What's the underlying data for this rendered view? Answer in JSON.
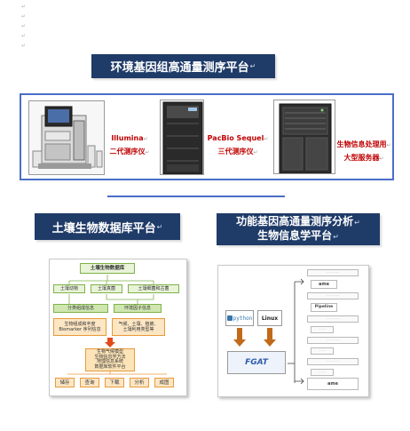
{
  "paragraph_marks": [
    "↵",
    "↵",
    "↵",
    "↵",
    "↵"
  ],
  "sections": {
    "env_title": "环境基因组高通量测序平台",
    "soil_title": "土壤生物数据库平台",
    "func_title_line1": "功能基因高通量测序分析",
    "func_title_line2": "生物信息学平台"
  },
  "title_mark": "↵",
  "instruments": [
    {
      "line1": "Illumina",
      "line2": "二代测序仪"
    },
    {
      "line1": "PacBio Sequel",
      "line2": "三代测序仪"
    },
    {
      "line1": "生物信息处理用",
      "line2": "大型服务器"
    }
  ],
  "soil_flowchart": {
    "top": "土壤生物数据库",
    "row1": [
      "土壤动物",
      "土壤真菌",
      "土壤细菌和古菌"
    ],
    "row2": [
      "分类组成信息",
      "环境因子信息"
    ],
    "row3_left": [
      "生物组成和丰度",
      "Biomarker 序列信息"
    ],
    "row3_right": [
      "气候、土壤、植被、",
      "土壤利用类型等"
    ],
    "core": [
      "生物气候模型",
      "生物信息学方法",
      "地理信息系统",
      "数据库软件平台"
    ],
    "bottom": [
      "储存",
      "查询",
      "下载",
      "分析",
      "成图"
    ]
  },
  "pipeline": {
    "python": "python",
    "linux": "Linux",
    "fgat": "FGAT",
    "tools": [
      "ame",
      "Pipeline",
      "ame"
    ]
  },
  "colors": {
    "banner": "#1f3b68",
    "frame": "#4a6ec7",
    "instrument_label": "#c00000",
    "arrow": "#e34a1a",
    "pipeline_arrow": "#c06a1a"
  }
}
